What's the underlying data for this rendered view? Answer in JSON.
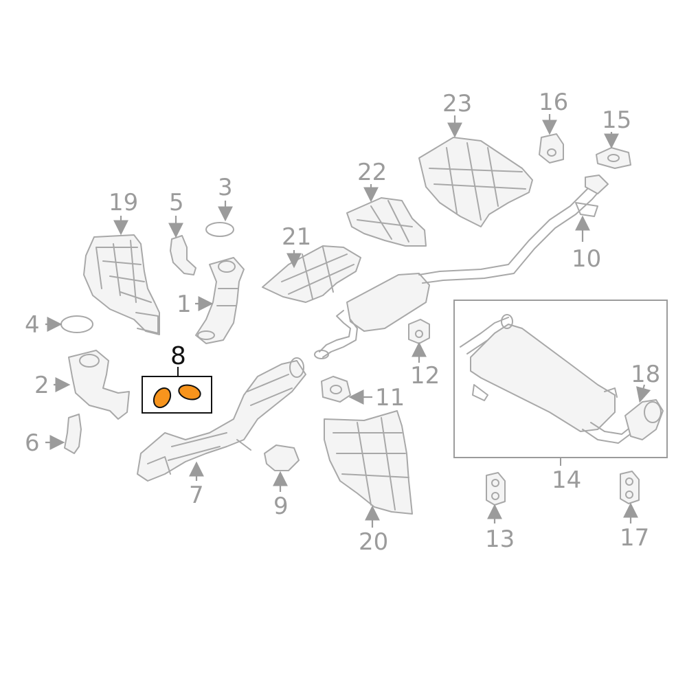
{
  "callouts": [
    {
      "id": "1",
      "text": "1"
    },
    {
      "id": "2",
      "text": "2"
    },
    {
      "id": "3",
      "text": "3"
    },
    {
      "id": "4",
      "text": "4"
    },
    {
      "id": "5",
      "text": "5"
    },
    {
      "id": "6",
      "text": "6"
    },
    {
      "id": "7",
      "text": "7"
    },
    {
      "id": "8",
      "text": "8"
    },
    {
      "id": "9",
      "text": "9"
    },
    {
      "id": "10",
      "text": "10"
    },
    {
      "id": "11",
      "text": "11"
    },
    {
      "id": "12",
      "text": "12"
    },
    {
      "id": "13",
      "text": "13"
    },
    {
      "id": "14",
      "text": "14"
    },
    {
      "id": "15",
      "text": "15"
    },
    {
      "id": "16",
      "text": "16"
    },
    {
      "id": "17",
      "text": "17"
    },
    {
      "id": "18",
      "text": "18"
    },
    {
      "id": "19",
      "text": "19"
    },
    {
      "id": "20",
      "text": "20"
    },
    {
      "id": "21",
      "text": "21"
    },
    {
      "id": "22",
      "text": "22"
    },
    {
      "id": "23",
      "text": "23"
    }
  ],
  "highlight": {
    "callout": "8",
    "color": "#f7941d"
  },
  "colors": {
    "line": "#a8a8a8",
    "label": "#9b9b9b",
    "highlight_stroke": "#111111",
    "background": "#ffffff"
  }
}
